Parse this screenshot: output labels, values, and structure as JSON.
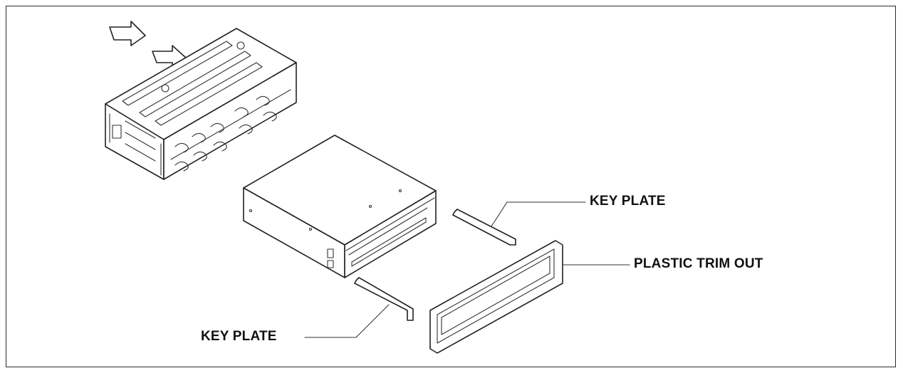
{
  "labels": {
    "key_plate_top": "KEY PLATE",
    "plastic_trim_out": "PLASTIC TRIM OUT",
    "key_plate_bottom": "KEY PLATE"
  },
  "colors": {
    "line": "#222222",
    "background": "#ffffff"
  }
}
